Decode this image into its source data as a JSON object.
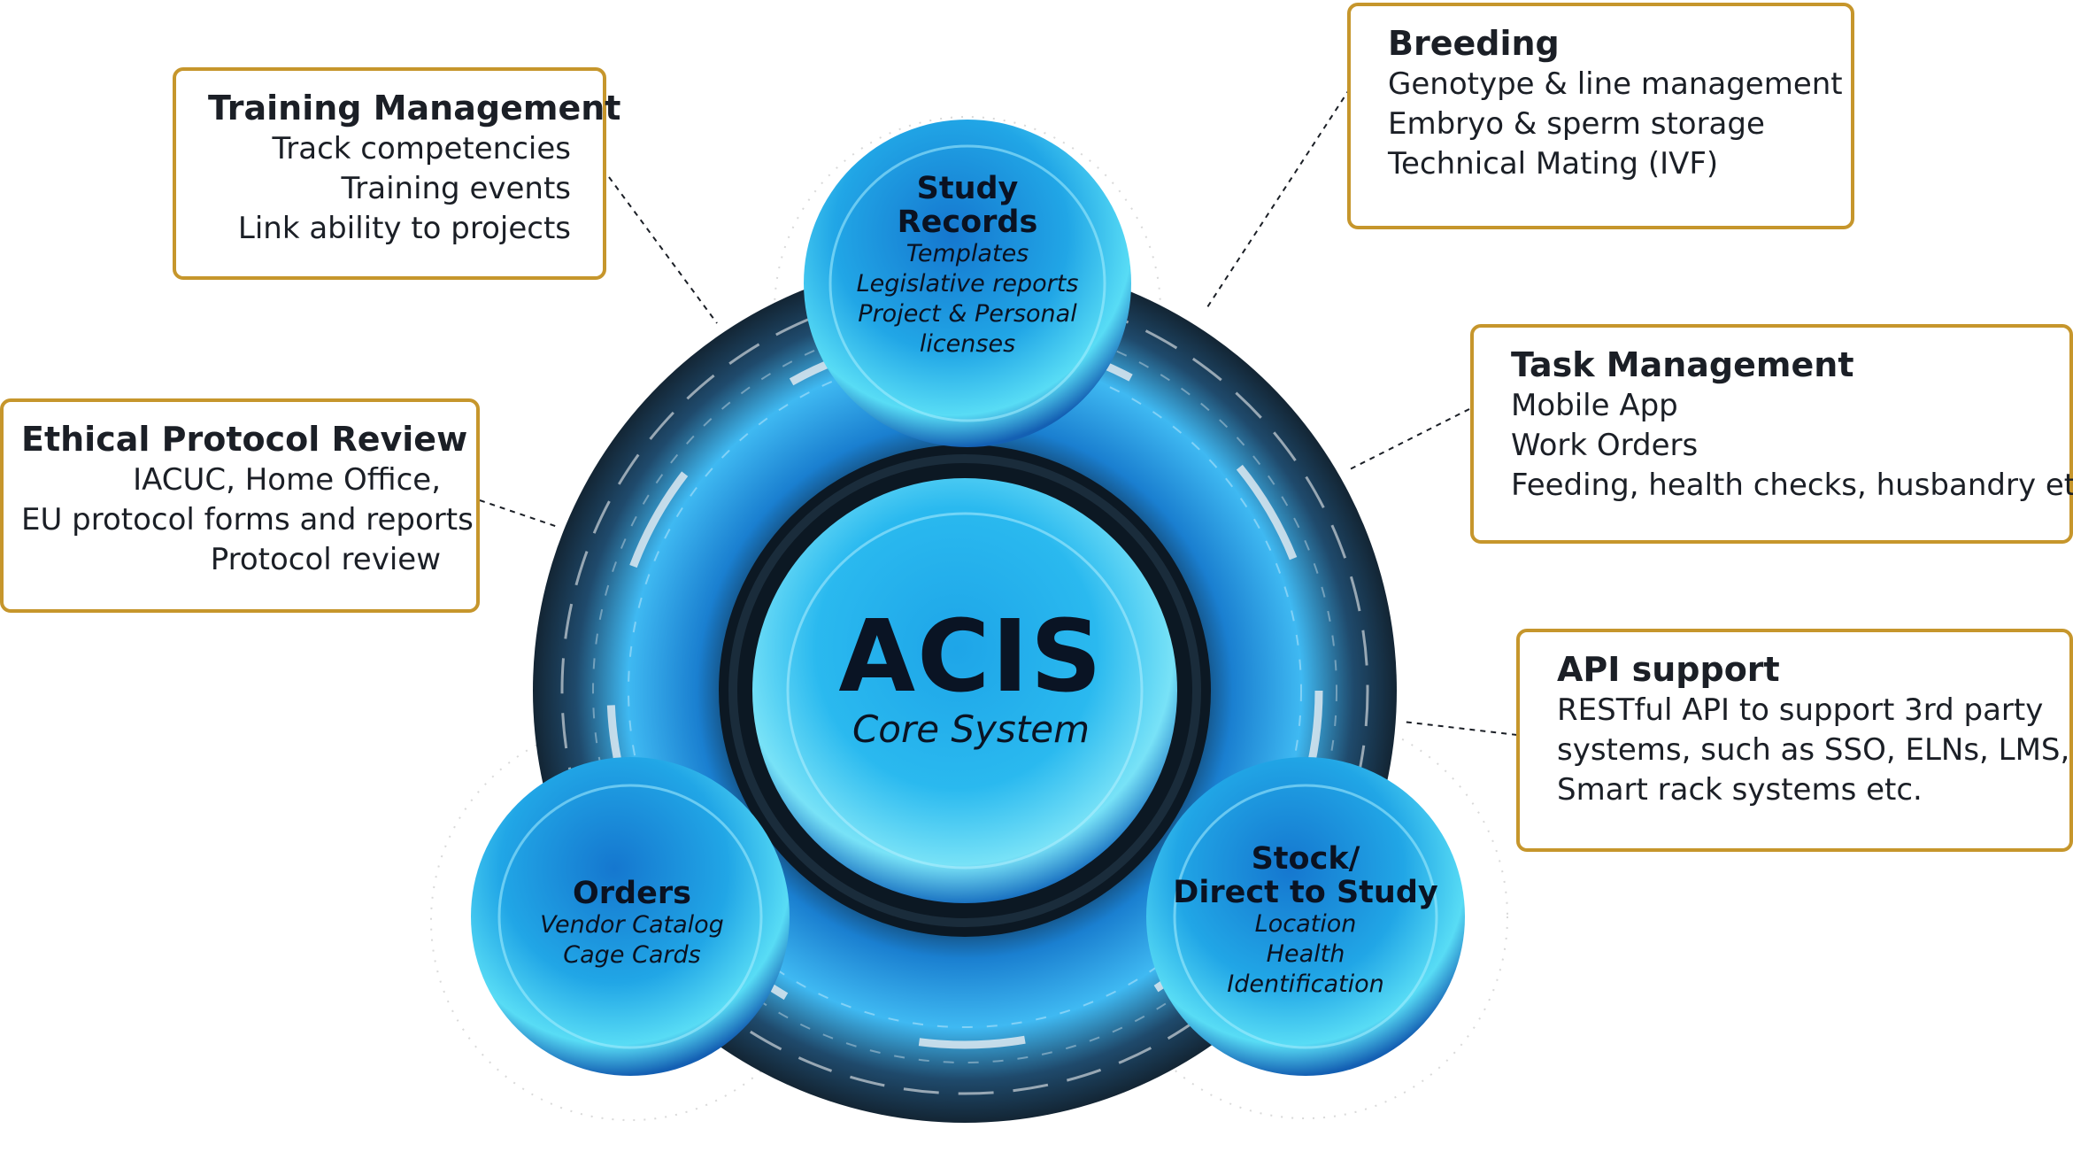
{
  "core": {
    "title": "ACIS",
    "subtitle": "Core System"
  },
  "bubbles": {
    "study": {
      "title_lines": [
        "Study",
        "Records"
      ],
      "items": [
        "Templates",
        "Legislative reports",
        "Project & Personal",
        "licenses"
      ]
    },
    "orders": {
      "title_lines": [
        "Orders"
      ],
      "items": [
        "Vendor Catalog",
        "Cage Cards"
      ]
    },
    "stock": {
      "title_lines": [
        "Stock/",
        "Direct to Study"
      ],
      "items": [
        "Location",
        "Health",
        "Identification"
      ]
    }
  },
  "boxes": {
    "training": {
      "title": "Training Management",
      "items": [
        "Track competencies",
        "Training events",
        "Link ability to projects"
      ]
    },
    "ethical": {
      "title": "Ethical Protocol Review",
      "items": [
        "IACUC, Home Office,",
        "EU protocol forms and reports",
        "Protocol review"
      ]
    },
    "breeding": {
      "title": "Breeding",
      "items": [
        "Genotype & line management",
        "Embryo & sperm storage",
        "Technical Mating (IVF)"
      ]
    },
    "task": {
      "title": "Task Management",
      "items": [
        "Mobile App",
        "Work Orders",
        "Feeding, health checks, husbandry etc."
      ]
    },
    "api": {
      "title": "API support",
      "items": [
        "RESTful API to support 3rd party",
        "systems, such as SSO, ELNs, LMS,",
        "Smart rack systems etc."
      ]
    }
  },
  "colors": {
    "box_border": "#c6962c",
    "ring_dark": "#152634",
    "accent_blue": "#1e9be0",
    "bubble_cyan": "#3fd0f0"
  }
}
